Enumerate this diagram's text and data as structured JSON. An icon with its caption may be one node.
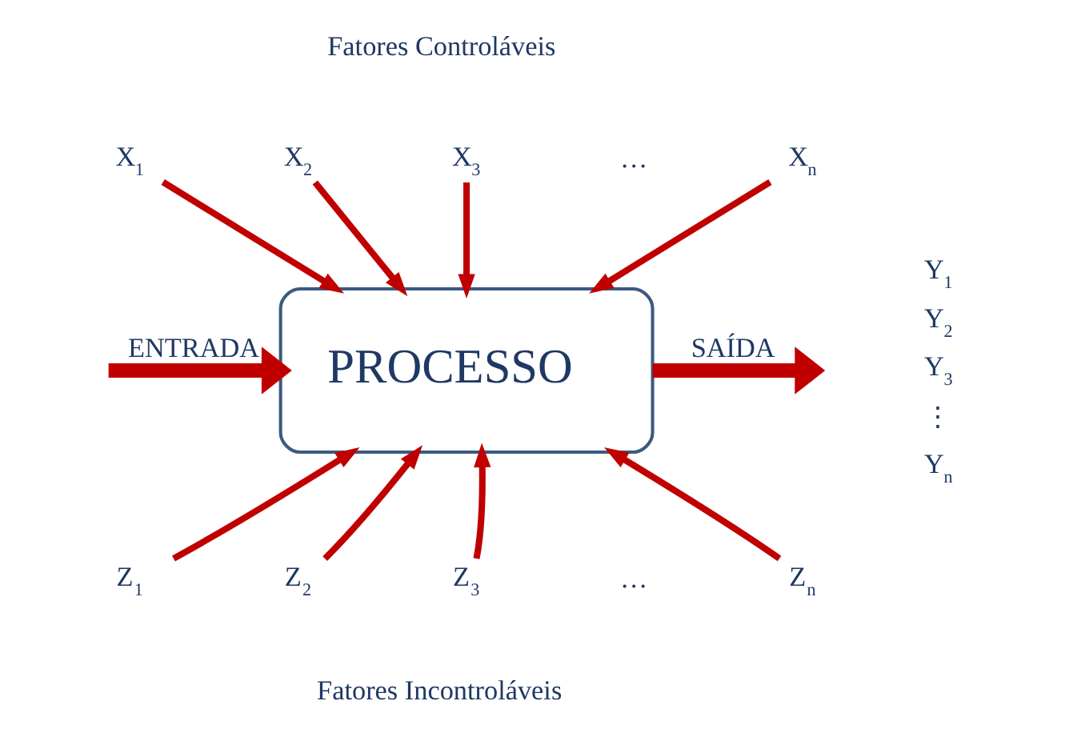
{
  "diagram": {
    "nodes": [
      {
        "text": [
          "PROCESSO"
        ]
      },
      {
        "text": [
          "X$_{1}$"
        ]
      },
      {
        "text": [
          "X$_{2}$"
        ]
      },
      {
        "text": [
          "X$_{3}$"
        ]
      },
      {
        "text": [
          "X$_{n}$"
        ]
      },
      {
        "text": [
          "Z$_{1}$"
        ]
      },
      {
        "text": [
          "Z$_{2}$"
        ]
      },
      {
        "text": [
          "Z$_{3}$"
        ]
      },
      {
        "text": [
          "Z$_{n}$"
        ]
      }
    ],
    "edges": [
      {
        "from": 1,
        "to": 0,
        "arrow": "to"
      },
      {
        "from": 2,
        "to": 0,
        "arrow": "to"
      },
      {
        "from": 3,
        "to": 0,
        "arrow": "to"
      },
      {
        "from": 4,
        "to": 0,
        "arrow": "to"
      },
      {
        "from": 5,
        "to": 0,
        "arrow": "to"
      },
      {
        "from": 6,
        "to": 0,
        "arrow": "to"
      },
      {
        "from": 7,
        "to": 0,
        "arrow": "to"
      },
      {
        "from": 8,
        "to": 0,
        "arrow": "to"
      },
      {
        "from": null,
        "to": 0,
        "arrow": "to",
        "label": "ENTRADA",
        "style": "thick"
      },
      {
        "from": 0,
        "to": null,
        "arrow": "to",
        "label": "SAÍDA",
        "style": "thick"
      }
    ],
    "labels": [
      "Fatores Controláveis",
      "…",
      "Y$_{1}$",
      "Y$_{2}$",
      "Y$_{3}$",
      "⋮",
      "Y$_{n}$",
      "…",
      "Fatores Incontroláveis"
    ]
  }
}
